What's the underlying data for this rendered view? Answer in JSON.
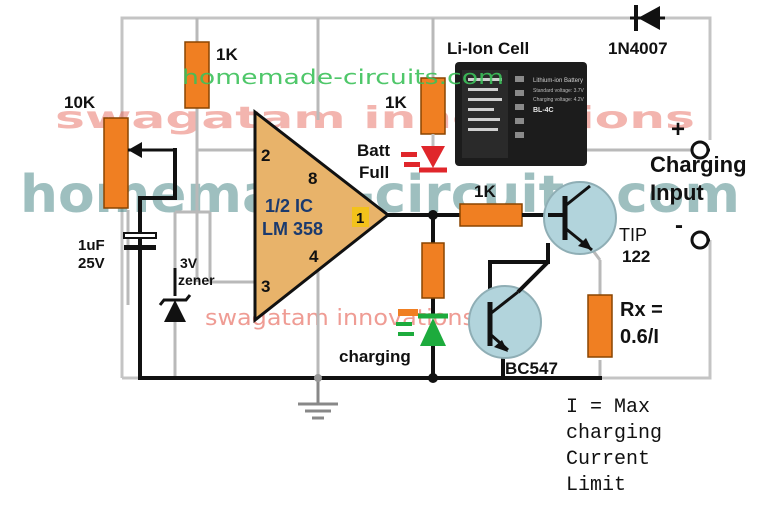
{
  "diagram": {
    "components": {
      "r_top": "1K",
      "pot": "10K",
      "r_led": "1K",
      "cell": "Li-Ion Cell",
      "cell_face": {
        "line1": "Lithium-ion Battery",
        "line2": "Standard voltage: 3.7V",
        "line3": "Charging voltage: 4.2V",
        "line4": "BL-4C"
      },
      "diode": "1N4007",
      "led_full_line1": "Batt",
      "led_full_line2": "Full",
      "r_base": "1K",
      "cap_line1": "1uF",
      "cap_line2": "25V",
      "zener_line1": "3V",
      "zener_line2": "zener",
      "ic_line1": "1/2 IC",
      "ic_line2": "LM 358",
      "ic_pin2": "2",
      "ic_pin3": "3",
      "ic_pin4": "4",
      "ic_pin8": "8",
      "ic_pin1": "1",
      "led_charging": "charging",
      "tr_small": "BC547",
      "tr_power_line1": "TIP",
      "tr_power_line2": "122",
      "rx_line1": "Rx =",
      "rx_line2": "0.6/I",
      "input_line1": "Charging",
      "input_line2": "Input",
      "plus": "+",
      "minus": "-"
    },
    "note": {
      "line1": "I = Max",
      "line2": "charging",
      "line3": "Current",
      "line4": "Limit"
    },
    "watermarks": {
      "site_big": "homemade-circuits.com",
      "site_small": "homemade-circuits.com",
      "author_top": "swagatam innovations",
      "author_mid": "swagatam innovations"
    },
    "colors": {
      "wire": "#111111",
      "frame": "#bdbdbd",
      "component": "#f07f22",
      "component_dark": "#8a4500",
      "ic_fill": "#e8b36a",
      "transistor": "#b2d4dc",
      "led_red": "#e0262b",
      "led_green": "#1dab3d",
      "pin_marker": "#f3c21b",
      "wm_teal": "#4f8a8a",
      "wm_green": "#3cc15a",
      "wm_red": "#e45a4d"
    }
  }
}
